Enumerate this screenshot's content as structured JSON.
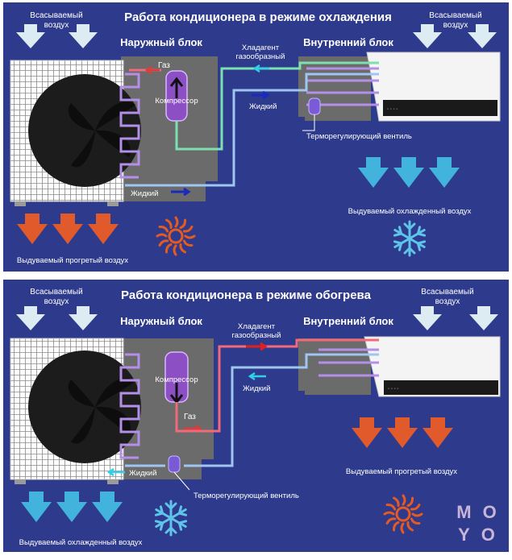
{
  "panels": [
    {
      "title": "Работа кондиционера в режиме охлаждения",
      "outdoor_label": "Наружный блок",
      "indoor_label": "Внутренний блок",
      "intake_left": [
        "Всасываемый",
        "воздух"
      ],
      "intake_right": [
        "Всасываемый",
        "воздух"
      ],
      "refrigerant_gas": [
        "Хладагент",
        "газообразный"
      ],
      "gas_label": "Газ",
      "liquid_label_upper": "Жидкий",
      "liquid_label_lower": "Жидкий",
      "compressor_label": "Компрессор",
      "valve_label": "Терморегулирующий вентиль",
      "indoor_output": "Выдуваемый охлажденный воздух",
      "outdoor_output": "Выдуваемый прогретый воздух"
    },
    {
      "title": "Работа кондиционера в режиме обогрева",
      "outdoor_label": "Наружный блок",
      "indoor_label": "Внутренний блок",
      "intake_left": [
        "Всасываемый",
        "воздух"
      ],
      "intake_right": [
        "Всасываемый",
        "воздух"
      ],
      "refrigerant_gas": [
        "Хладагент",
        "газообразный"
      ],
      "gas_label": "Газ",
      "liquid_label_upper": "Жидкий",
      "liquid_label_lower": "Жидкий",
      "compressor_label": "Компрессор",
      "valve_label": "Терморегулирующий вентиль",
      "indoor_output": "Выдуваемый прогретый воздух",
      "outdoor_output": "Выдуваемый охлажденный воздух"
    }
  ],
  "logo": "MOYO",
  "colors": {
    "background": "#2e3a8c",
    "unit_gray": "#6b6b6b",
    "gas_cool": "#7de0b0",
    "gas_hot": "#f06a7a",
    "liquid": "#9fc6f0",
    "arrow_cold": "#41b3dc",
    "arrow_warm": "#e05a2b",
    "arrow_intake": "#dcecf2",
    "compressor": "#8c4fc4"
  },
  "icons": {
    "sun": "sun-icon",
    "snowflake": "snowflake-icon"
  }
}
